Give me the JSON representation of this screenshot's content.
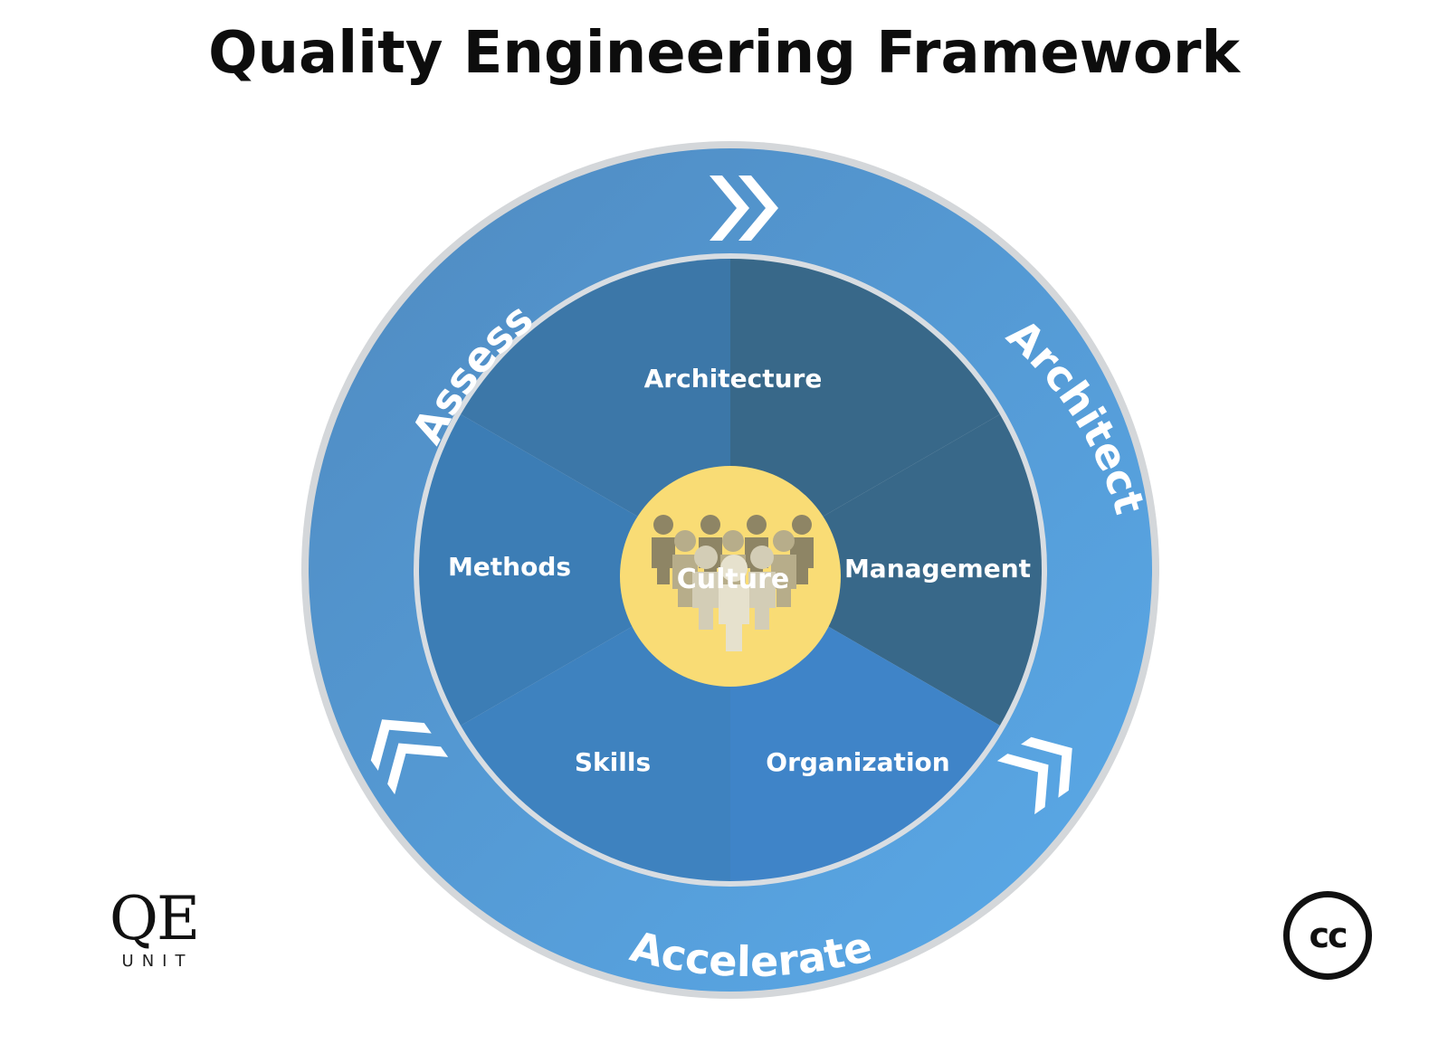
{
  "title": "Quality Engineering Framework",
  "center": {
    "label": "Culture",
    "color": "#f9dc75",
    "people_icon": "people-group-icon"
  },
  "segments": [
    {
      "label": "Architecture",
      "color": "#3c77a8"
    },
    {
      "label": "Management",
      "color": "#386889"
    },
    {
      "label": "Organization",
      "color": "#3f84c8"
    },
    {
      "label": "Skills",
      "color": "#3e82bf"
    },
    {
      "label": "Methods",
      "color": "#3c7db5"
    }
  ],
  "ring": {
    "labels": {
      "assess": "Assess",
      "architect": "Architect",
      "accelerate": "Accelerate"
    },
    "color_start": "#4f8ac0",
    "color_end": "#5aaae9",
    "border_color": "#d4d7da",
    "icons": [
      "chevron-double-right-icon",
      "chevron-double-down-icon",
      "chevron-double-up-icon"
    ]
  },
  "logo": {
    "main": "QE",
    "sub": "UNIT"
  },
  "license_badge": {
    "text": "cc",
    "icon": "creative-commons-icon"
  }
}
